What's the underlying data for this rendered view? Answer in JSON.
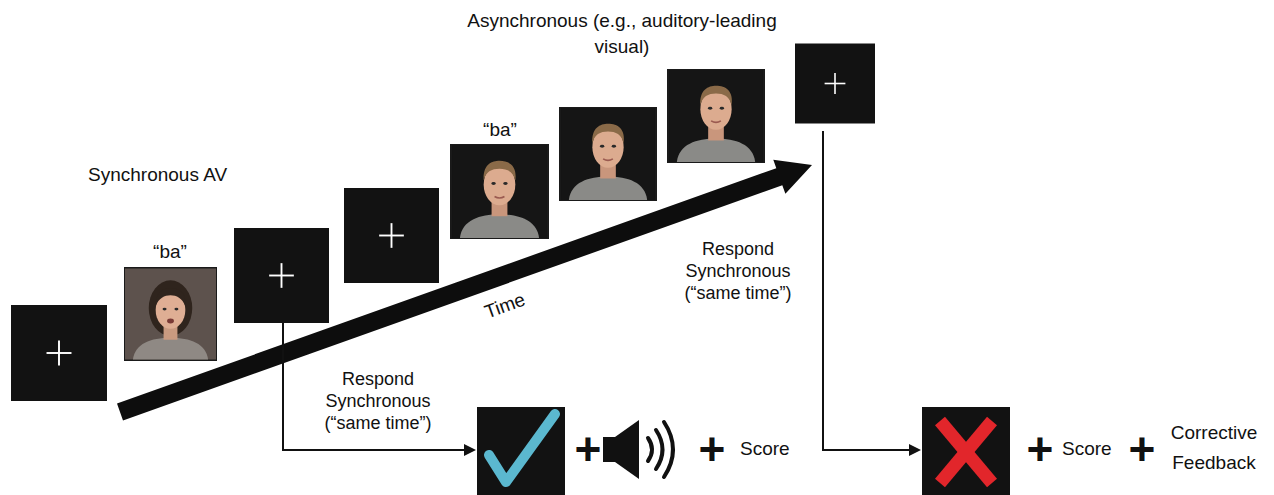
{
  "diagram": {
    "labels": [
      "Asynchronous (e.g., auditory-leading visual)",
      "Synchronous AV",
      "“ba”",
      "“ba”",
      "Time",
      "Respond Synchronous (“same time”)",
      "Respond Synchronous (“same time”)",
      "+",
      "Score",
      "+",
      "+",
      "Score",
      "+",
      "Corrective Feedback"
    ]
  }
}
